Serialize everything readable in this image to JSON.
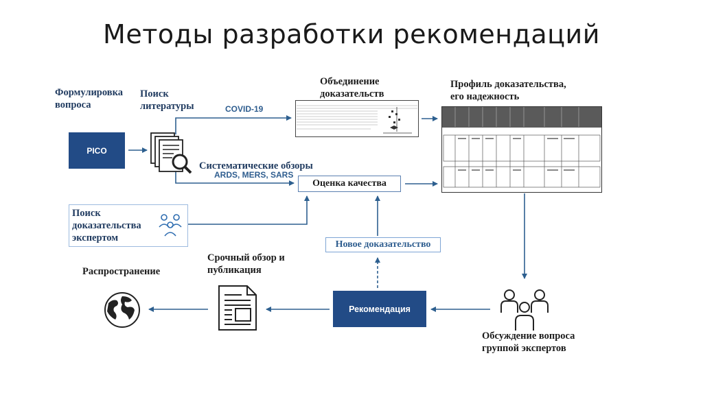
{
  "slide": {
    "title": "Методы разработки рекомендаций"
  },
  "nodes": {
    "formulate": "Формулировка\nвопроса",
    "search": "Поиск\nлитературы",
    "pico": "PICO",
    "covid": "COVID-19",
    "combine": "Объединение\nдоказательств",
    "profile": "Профиль доказательства,\nего надежность",
    "sysreviews": "Систематические обзоры",
    "sysreviews_sub": "ARDS, MERS, SARS",
    "quality": "Оценка качества",
    "expert_search": "Поиск\nдоказательства\nэкспертом",
    "new_evidence": "Новое доказательство",
    "dissemination": "Распространение",
    "rapid_review": "Срочный обзор и\nпубликация",
    "recommendation": "Рекомендация",
    "group_discussion": "Обсуждение вопроса\nгруппой экспертов"
  },
  "colors": {
    "dark_blue": "#224b86",
    "arrow": "#2d5f8f",
    "text_blue": "#1f3a5f"
  },
  "icons": [
    "document-search-icon",
    "experts-group-icon",
    "globe-icon",
    "document-icon",
    "forest-plot-thumbnail",
    "evidence-table-thumbnail"
  ]
}
